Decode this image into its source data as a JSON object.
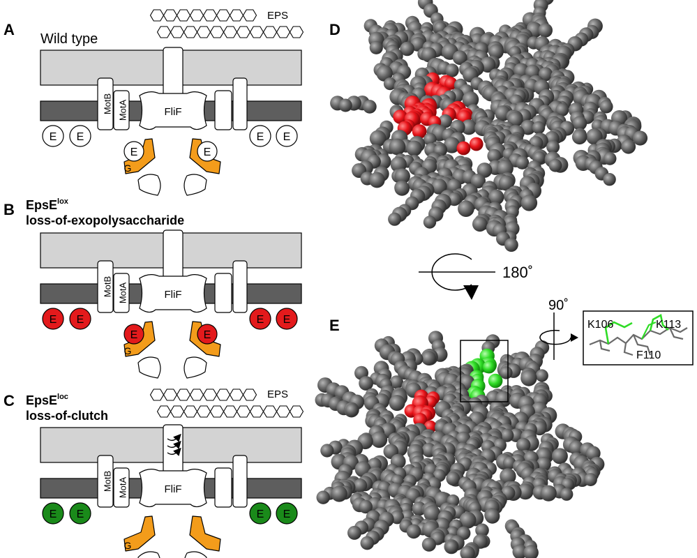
{
  "panels": {
    "a": {
      "letter": "A",
      "title": "Wild type",
      "eps_label": "EPS",
      "flif_label": "FliF",
      "motb_label": "MotB",
      "mota_label": "MotA",
      "e_label": "E",
      "g_label": "G",
      "e_color": "#ffffff"
    },
    "b": {
      "letter": "B",
      "title_main": "EpsE",
      "title_sup": "lox",
      "subtitle": "loss-of-exopolysaccharide",
      "title_color": "#e31a1c",
      "flif_label": "FliF",
      "motb_label": "MotB",
      "mota_label": "MotA",
      "e_label": "E",
      "g_label": "G",
      "e_color": "#e31a1c"
    },
    "c": {
      "letter": "C",
      "title_main": "EpsE",
      "title_sup": "loc",
      "subtitle": "loss-of-clutch",
      "title_color": "#1aa41a",
      "eps_label": "EPS",
      "flif_label": "FliF",
      "motb_label": "MotB",
      "mota_label": "MotA",
      "e_label": "E",
      "g_label": "G",
      "e_color": "#1a8a1a"
    },
    "d": {
      "letter": "D"
    },
    "e": {
      "letter": "E"
    },
    "rotation": {
      "label": "180˚"
    },
    "inset": {
      "rotation_label": "90˚",
      "residues": [
        "K106",
        "K113",
        "F110"
      ]
    }
  },
  "colors": {
    "outer_membrane": "#d3d3d3",
    "inner_membrane": "#5e5e5e",
    "motor_protein": "#f39c1b",
    "protein_surface": "#5a5a5a",
    "highlight_red": "#e8151b",
    "highlight_green": "#2fdc26"
  }
}
